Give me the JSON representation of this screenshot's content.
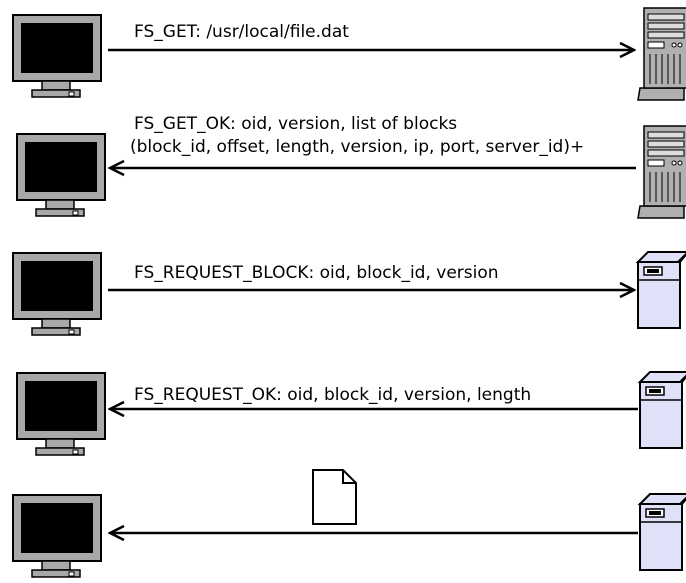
{
  "messages": [
    {
      "id": "fs-get",
      "direction": "client-to-server",
      "server_type": "metadata",
      "lines": [
        "FS_GET: /usr/local/file.dat"
      ]
    },
    {
      "id": "fs-get-ok",
      "direction": "server-to-client",
      "server_type": "metadata",
      "lines": [
        "FS_GET_OK: oid, version, list of blocks",
        "(block_id, offset, length, version, ip, port, server_id)+"
      ]
    },
    {
      "id": "fs-request-block",
      "direction": "client-to-server",
      "server_type": "block",
      "lines": [
        "FS_REQUEST_BLOCK: oid, block_id, version"
      ]
    },
    {
      "id": "fs-request-ok",
      "direction": "server-to-client",
      "server_type": "block",
      "lines": [
        "FS_REQUEST_OK: oid, block_id, version, length"
      ]
    },
    {
      "id": "file-transfer",
      "direction": "server-to-client",
      "server_type": "block",
      "lines": [],
      "payload_icon": "document-icon"
    }
  ],
  "colors": {
    "monitor_bezel": "#a8a8a8",
    "monitor_screen": "#000000",
    "metadata_server_body": "#b0b0b0",
    "block_server_body": "#e0e0f8",
    "arrow": "#000000"
  },
  "icons": {
    "client": "monitor-icon",
    "metadata_server": "tower-server-icon",
    "block_server": "block-server-icon",
    "payload": "document-icon"
  }
}
